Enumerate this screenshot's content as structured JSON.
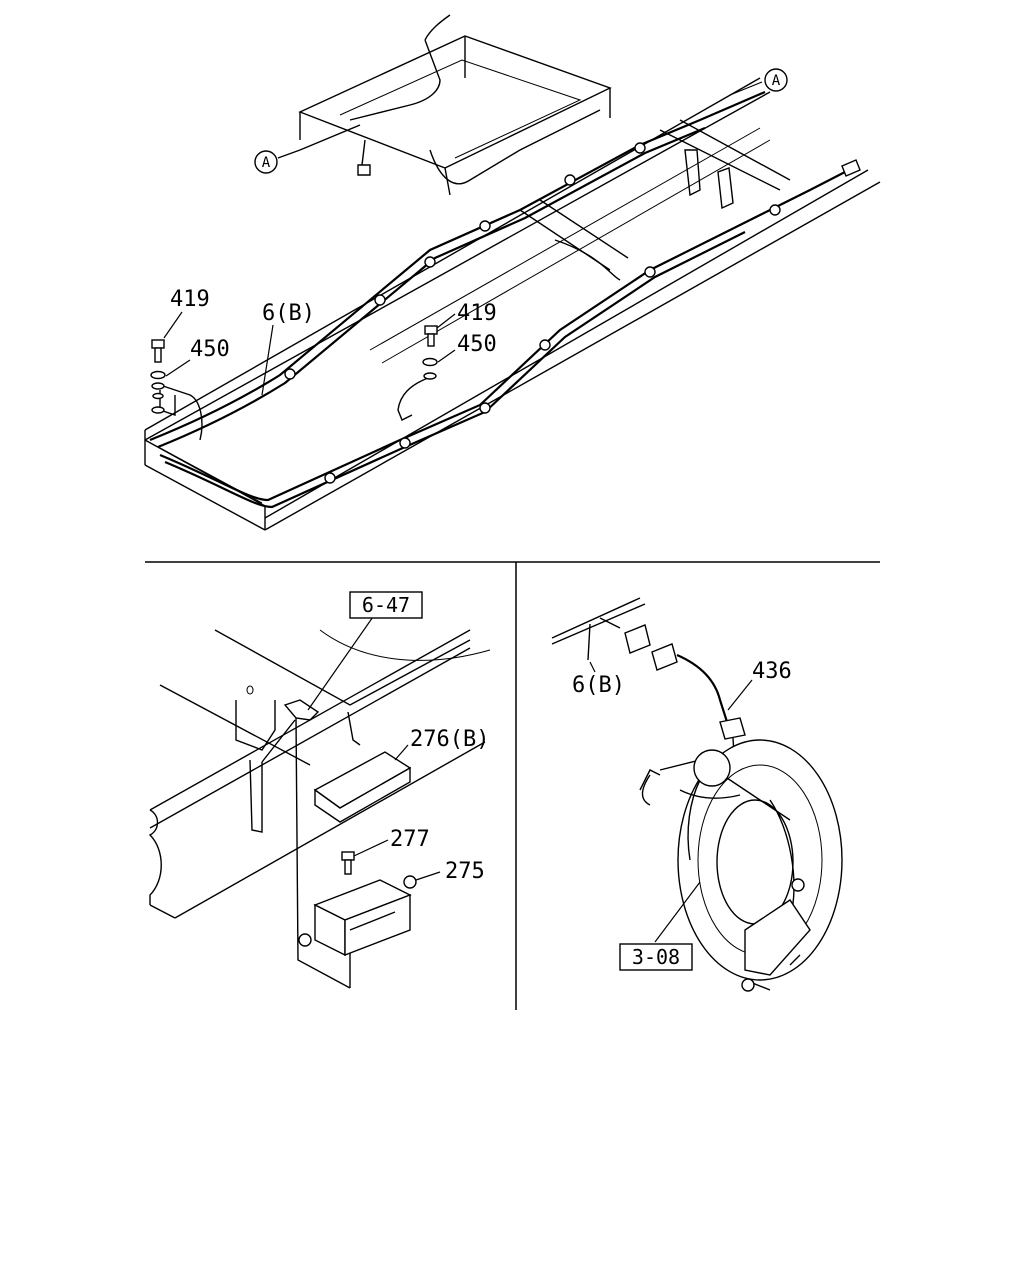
{
  "top_view": {
    "circle_marker_left": "A",
    "circle_marker_right": "A",
    "labels": {
      "bolt_left": "419",
      "washer_left": "450",
      "harness_left": "6(B)",
      "bolt_right": "419",
      "washer_right": "450"
    }
  },
  "bottom_left": {
    "ref_box": "6-47",
    "labels": {
      "cover": "276(B)",
      "bolt": "277",
      "connector": "275"
    }
  },
  "bottom_right": {
    "ref_box": "3-08",
    "labels": {
      "harness": "6(B)",
      "sensor": "436"
    }
  }
}
